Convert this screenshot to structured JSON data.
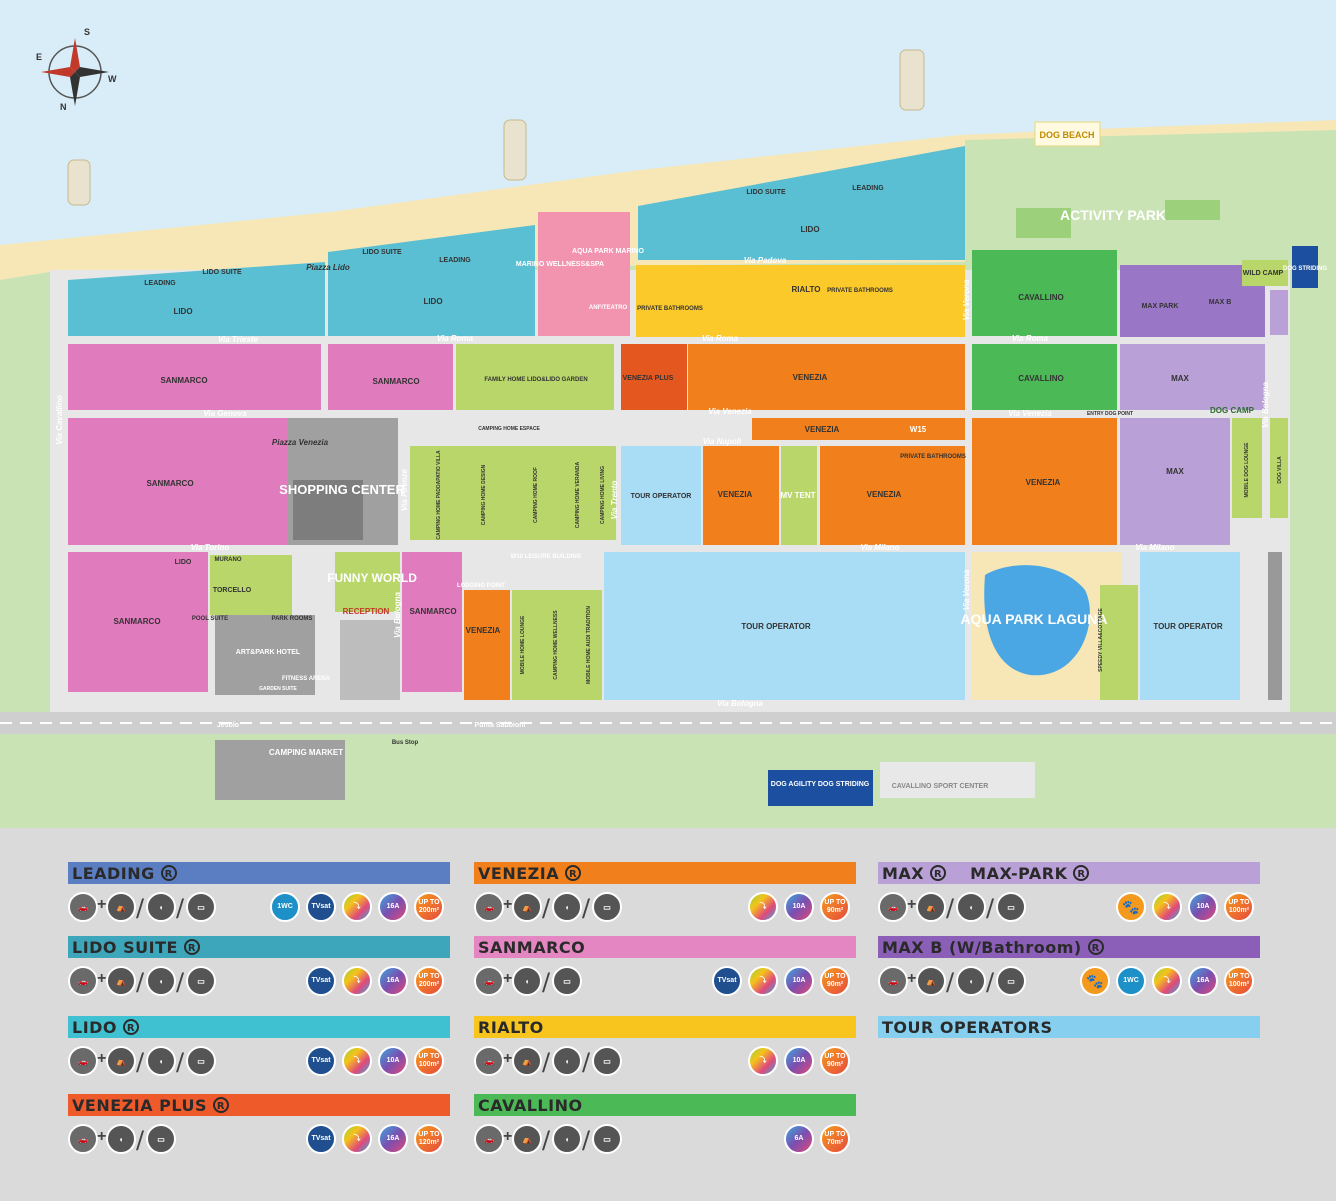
{
  "compass": {
    "n": "S",
    "e": "E",
    "s": "N",
    "w": "W"
  },
  "map": {
    "beach_label": "DOG BEACH",
    "activity_park": "ACTIVITY PARK",
    "wild_camp": "WILD CAMP",
    "dog_striding_top": "DOG STRIDING",
    "dog_camp": "DOG CAMP",
    "entry_dog_point": "ENTRY DOG POINT",
    "shopping_center": "SHOPPING CENTER",
    "funny_world": "FUNNY WORLD",
    "reception": "RECEPTION",
    "aqua_park_laguna": "AQUA PARK LAGUNA",
    "aqua_park_marino": "AQUA PARK MARINO",
    "marino_wellness": "MARINO WELLNESS&SPA",
    "anfiteatro": "ANFITEATRO",
    "camping_market": "CAMPING MARKET",
    "bus_stop": "Bus Stop",
    "jesolo": "Jesolo",
    "punta_sabbioni": "Punta Sabbioni",
    "dog_agility": "DOG AGILITY DOG STRIDING",
    "sport_center": "CAVALLINO SPORT CENTER",
    "art_park_hotel": "ART&PARK HOTEL",
    "fitness_arena": "FITNESS ARENA",
    "garden_suite": "GARDEN SUITE",
    "park_rooms": "PARK ROOMS",
    "pool_suite": "POOL SUITE",
    "torcello": "TORCELLO",
    "murano": "MURANO",
    "lodging_point": "LODGING POINT",
    "w10": "W10 LEISURE BUILDING",
    "camping_home_espace": "CAMPING HOME ESPACE",
    "family_home": "FAMILY HOME LIDO&LIDO GARDEN",
    "private_bathrooms": "PRIVATE BATHROOMS",
    "speedy_villa": "SPEEDY VILLA&COTTAGE",
    "mobile_dog_lounge": "MOBILE DOG LOUNGE",
    "dog_villa": "DOG VILLA",
    "mv_tent": "MV TENT",
    "tour_operator": "TOUR OPERATOR",
    "lido": "LIDO",
    "lido_suite": "LIDO SUITE",
    "leading": "LEADING",
    "sanmarco": "SANMARCO",
    "venezia": "VENEZIA",
    "venezia_plus": "VENEZIA PLUS",
    "rialto": "RIALTO",
    "cavallino": "CAVALLINO",
    "max": "MAX",
    "max_park": "MAX PARK",
    "max_b": "MAX B",
    "piazza_lido": "Piazza Lido",
    "piazza_venezia": "Piazza Venezia",
    "w15": "W15",
    "streets": {
      "padova": "Via Padova",
      "trieste": "Via Trieste",
      "roma": "Via Roma",
      "genova": "Via Genova",
      "venezia": "Via Venezia",
      "napoli": "Via Napoli",
      "torino": "Via Torino",
      "milano": "Via Milano",
      "bologna": "Via Bologna",
      "cavallino": "Via Cavallino",
      "firenze": "Via Firenze",
      "trento": "Via Trento",
      "verona": "Via Verona"
    },
    "mobile_homes": [
      "CAMPING HOME PADDAPATIO VILLA",
      "CAMPING HOME DESIGN",
      "CAMPING HOME ROOF",
      "CAMPING HOME VERANDA",
      "CAMPING HOME LIVING"
    ],
    "mobile_homes_2": [
      "MOBILE HOME LOUNGE",
      "CAMPING HOME WELLNESS",
      "MOBILE HOME AUDI TRADITION"
    ]
  },
  "legend": [
    {
      "title": "LEADING",
      "reg": "R",
      "color": "#5b7ec2",
      "icons": [
        "car",
        "tent",
        "caravan",
        "camper"
      ],
      "badges": [
        "1WC",
        "TVsat",
        "water",
        "16A",
        "UP TO 200m²"
      ]
    },
    {
      "title": "VENEZIA",
      "reg": "R",
      "color": "#f07f1c",
      "icons": [
        "car",
        "tent",
        "caravan",
        "camper"
      ],
      "badges": [
        "water",
        "10A",
        "UP TO 90m²"
      ]
    },
    {
      "title": "MAX",
      "reg": "R",
      "title2": "MAX-PARK",
      "reg2": "R",
      "color": "#b9a0d6",
      "icons": [
        "car",
        "tent",
        "caravan",
        "camper"
      ],
      "badges": [
        "dog",
        "water",
        "10A",
        "UP TO 100m²"
      ]
    },
    {
      "title": "LIDO SUITE",
      "reg": "R",
      "color": "#3ea6bb",
      "icons": [
        "car",
        "tent",
        "caravan",
        "camper"
      ],
      "badges": [
        "TVsat",
        "water",
        "16A",
        "UP TO 200m²"
      ]
    },
    {
      "title": "SANMARCO",
      "reg": "",
      "color": "#e486c1",
      "icons": [
        "car",
        "caravan",
        "camper"
      ],
      "badges": [
        "TVsat",
        "water",
        "10A",
        "UP TO 90m²"
      ]
    },
    {
      "title": "MAX B (W/Bathroom)",
      "reg": "R",
      "color": "#8b5fb8",
      "icons": [
        "car",
        "tent",
        "caravan",
        "camper"
      ],
      "badges": [
        "dog",
        "1WC",
        "water",
        "16A",
        "UP TO 100m²"
      ]
    },
    {
      "title": "LIDO",
      "reg": "R",
      "color": "#3fc1d1",
      "icons": [
        "car",
        "tent",
        "caravan",
        "camper"
      ],
      "badges": [
        "TVsat",
        "water",
        "10A",
        "UP TO 100m²"
      ]
    },
    {
      "title": "RIALTO",
      "reg": "",
      "color": "#f8c51e",
      "icons": [
        "car",
        "tent",
        "caravan",
        "camper"
      ],
      "badges": [
        "water",
        "10A",
        "UP TO 90m²"
      ]
    },
    {
      "title": "TOUR OPERATORS",
      "reg": "",
      "color": "#86cfee",
      "icons": [],
      "badges": []
    },
    {
      "title": "VENEZIA PLUS",
      "reg": "R",
      "color": "#ee5a2a",
      "icons": [
        "car",
        "caravan",
        "camper"
      ],
      "badges": [
        "TVsat",
        "water",
        "16A",
        "UP TO 120m²"
      ]
    },
    {
      "title": "CAVALLINO",
      "reg": "",
      "color": "#4cb957",
      "icons": [
        "car",
        "tent",
        "caravan",
        "camper"
      ],
      "badges": [
        "6A",
        "UP TO 70m²"
      ]
    }
  ]
}
